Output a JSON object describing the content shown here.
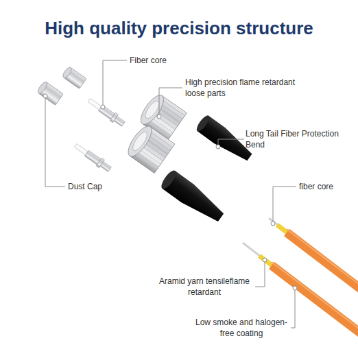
{
  "diagram": {
    "title": "High quality precision structure",
    "labels": [
      "Fiber core",
      "High precision flame retardant loose parts",
      "Long Tail Fiber Protection Bend",
      "Dust Cap",
      "fiber core",
      "Aramid yarn tensileflame retardant",
      "Low smoke and halogen-free coating"
    ]
  }
}
